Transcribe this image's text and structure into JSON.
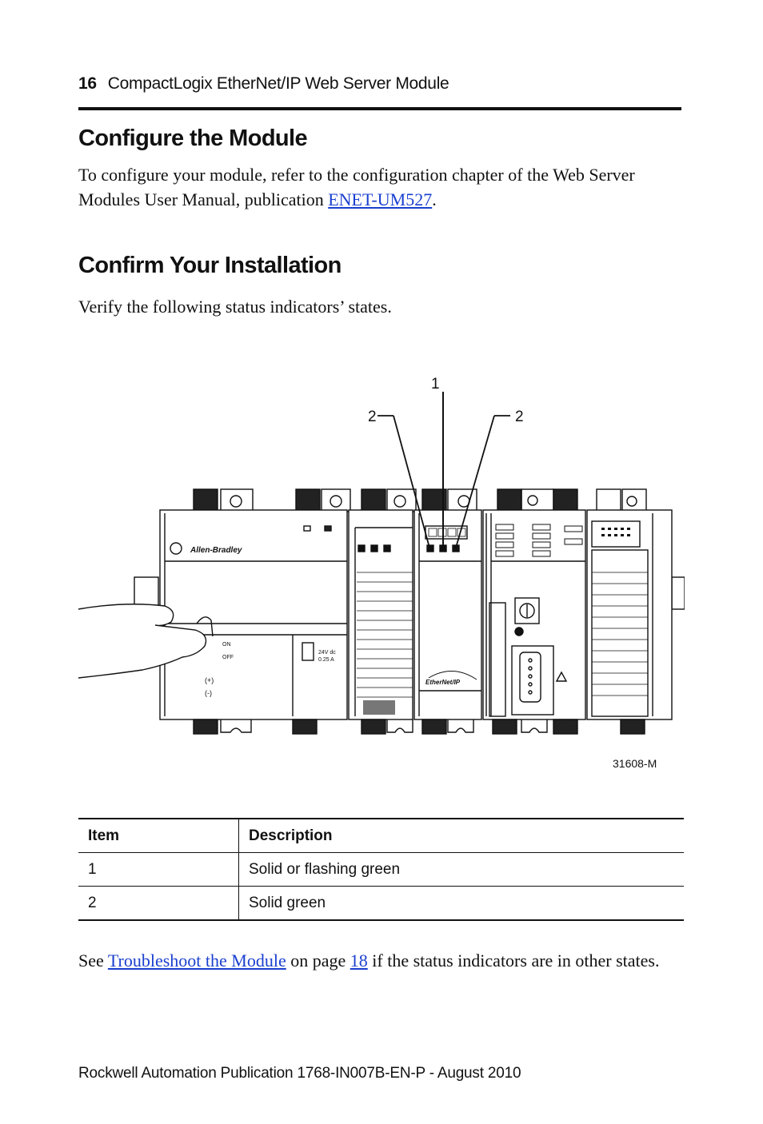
{
  "header": {
    "page_number": "16",
    "title": "CompactLogix EtherNet/IP Web Server Module"
  },
  "section1": {
    "heading": "Configure the Module",
    "text_before": "To configure your module, refer to the configuration chapter of the Web Server Modules User Manual, publication ",
    "link": "ENET-UM527",
    "text_after": "."
  },
  "section2": {
    "heading": "Confirm Your Installation",
    "intro": "Verify the following status indicators’ states."
  },
  "figure": {
    "callout_1": "1",
    "callout_2_left": "2",
    "callout_2_right": "2",
    "figure_id": "31608-M",
    "labels": {
      "brand": "Allen-Bradley",
      "ethernet": "EtherNet/IP",
      "on": "ON",
      "off": "OFF",
      "plus": "(+)",
      "minus": "(-)",
      "out_rating_1": "24V dc",
      "out_rating_2": "0.25 A"
    }
  },
  "table": {
    "headers": [
      "Item",
      "Description"
    ],
    "rows": [
      [
        "1",
        "Solid or flashing green"
      ],
      [
        "2",
        "Solid green"
      ]
    ]
  },
  "closing": {
    "before": "See ",
    "link1": "Troubleshoot the Module",
    "middle": " on page ",
    "link2": "18",
    "after": " if the status indicators are in other states."
  },
  "footer": {
    "text": "Rockwell Automation Publication  1768-IN007B-EN-P - August 2010"
  }
}
